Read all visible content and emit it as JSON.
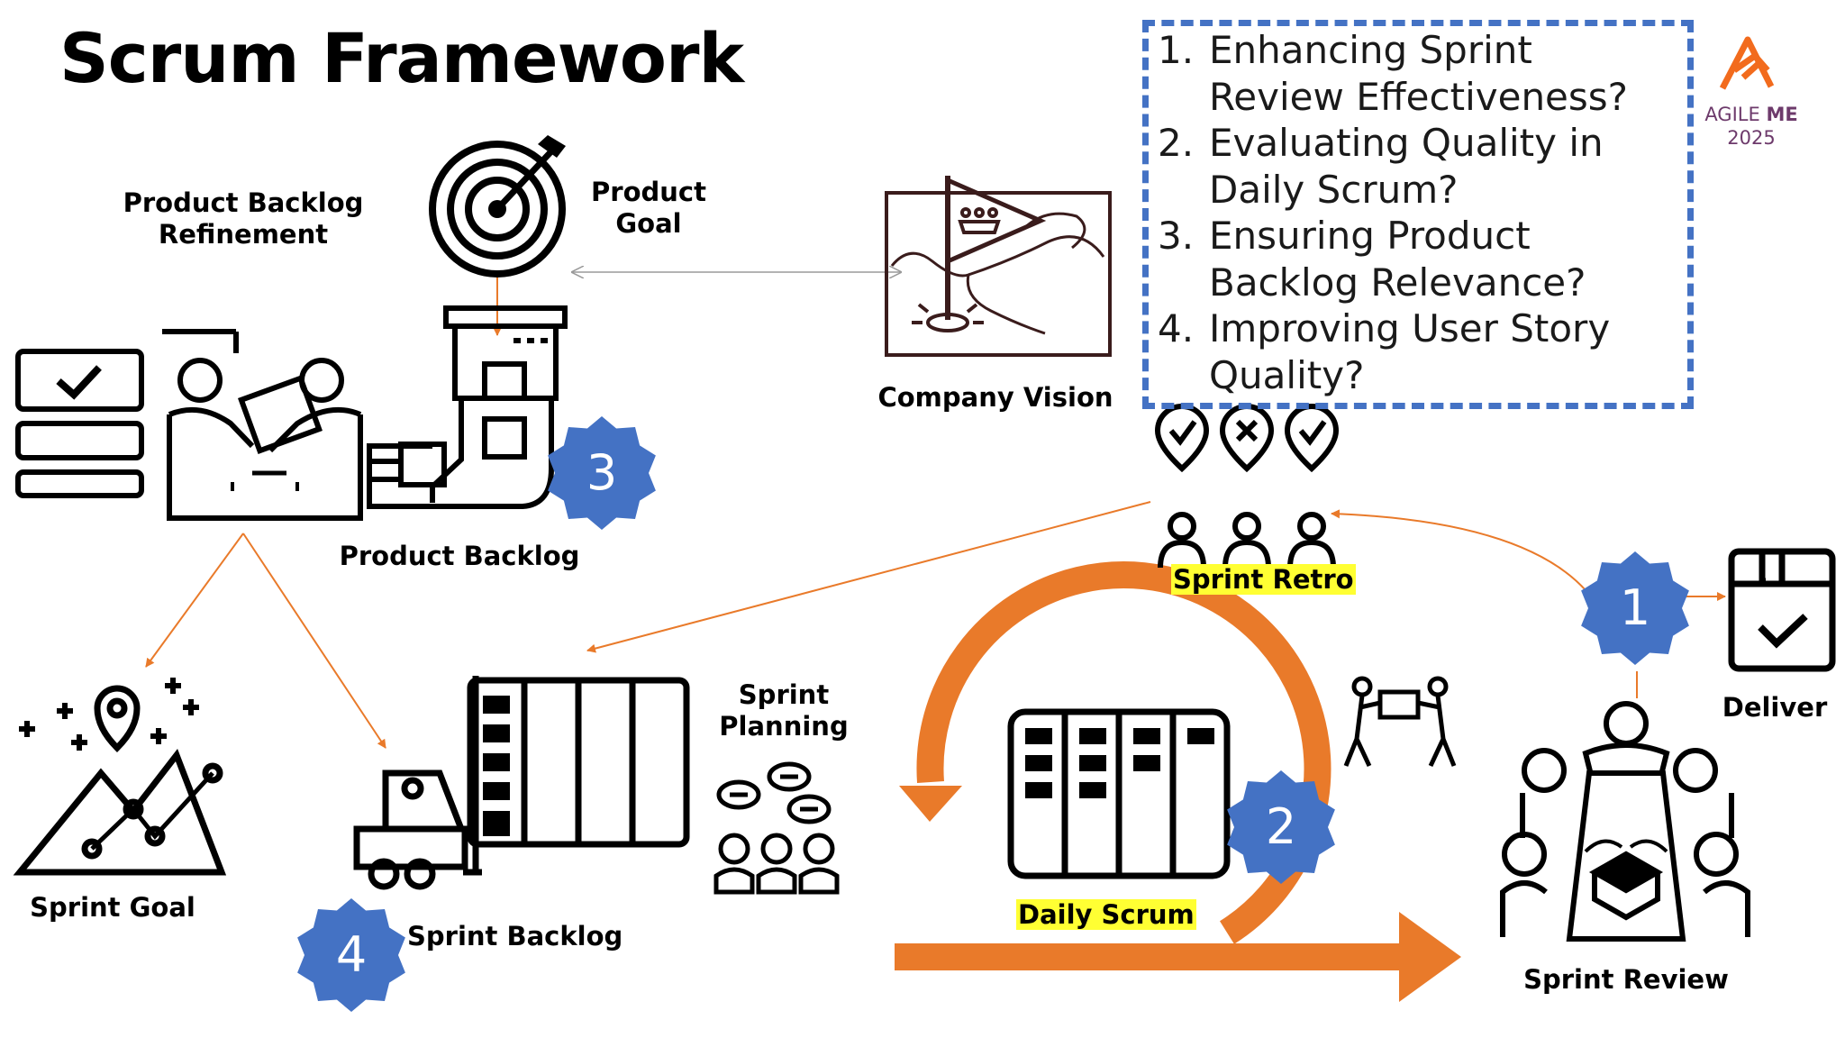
{
  "title": "Scrum Framework",
  "labels": {
    "pbr_line1": "Product Backlog",
    "pbr_line2": "Refinement",
    "product_goal_line1": "Product",
    "product_goal_line2": "Goal",
    "company_vision": "Company Vision",
    "product_backlog": "Product Backlog",
    "sprint_retro": "Sprint Retro",
    "sprint_planning_line1": "Sprint",
    "sprint_planning_line2": "Planning",
    "sprint_goal": "Sprint Goal",
    "sprint_backlog": "Sprint Backlog",
    "daily_scrum": "Daily Scrum",
    "deliver": "Deliver",
    "sprint_review": "Sprint Review"
  },
  "questions": [
    {
      "num": "1.",
      "line1": "Enhancing Sprint",
      "line2": "Review Effectiveness?"
    },
    {
      "num": "2.",
      "line1": "Evaluating Quality in",
      "line2": "Daily Scrum?"
    },
    {
      "num": "3.",
      "line1": "Ensuring Product",
      "line2": "Backlog Relevance?"
    },
    {
      "num": "4.",
      "line1": "Improving User Story",
      "line2": "Quality?"
    }
  ],
  "logo": {
    "word1": "AGILE",
    "word2": "ME",
    "year": "2025"
  },
  "badges": {
    "b1": "1",
    "b2": "2",
    "b3": "3",
    "b4": "4"
  },
  "colors": {
    "badge": "#4472c4",
    "orange": "#e97a2a",
    "highlight": "#ffff33",
    "dashed_border": "#4472c4",
    "logo_orange": "#f26b1d",
    "logo_purple": "#6d3a6b"
  }
}
